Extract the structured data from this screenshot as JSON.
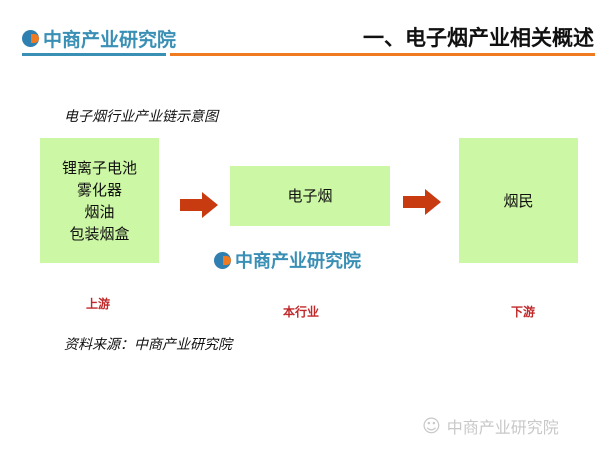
{
  "header": {
    "logo_text": "中商产业研究院",
    "title": "一、电子烟产业相关概述"
  },
  "diagram": {
    "title": "电子烟行业产业链示意图",
    "upstream": {
      "items": [
        "锂离子电池",
        "雾化器",
        "烟油",
        "包装烟盒"
      ],
      "label": "上游"
    },
    "industry": {
      "text": "电子烟",
      "label": "本行业"
    },
    "downstream": {
      "text": "烟民",
      "label": "下游"
    },
    "watermark": "中商产业研究院",
    "source": "资料来源：中商产业研究院"
  },
  "footer": {
    "wechat_text": "中商产业研究院"
  },
  "colors": {
    "blue": "#3a8fb5",
    "orange": "#f07a20",
    "box": "#ccf7a4",
    "arrow": "#c83a10"
  }
}
